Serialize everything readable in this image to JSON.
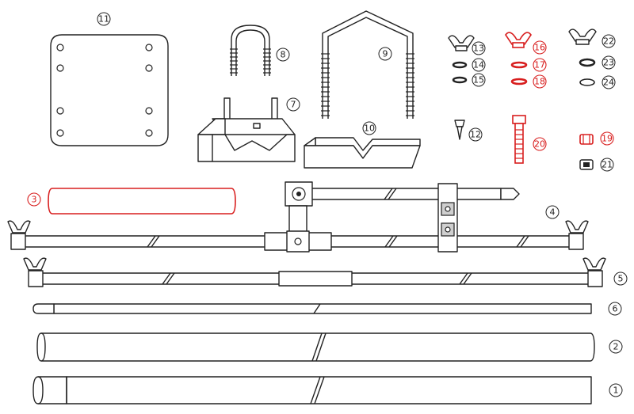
{
  "labels": {
    "l1": "1",
    "l2": "2",
    "l3": "3",
    "l4": "4",
    "l5": "5",
    "l6": "6",
    "l7": "7",
    "l8": "8",
    "l9": "9",
    "l10": "10",
    "l11": "11",
    "l12": "12",
    "l13": "13",
    "l14": "14",
    "l15": "15",
    "l16": "16",
    "l17": "17",
    "l18": "18",
    "l19": "19",
    "l20": "20",
    "l21": "21",
    "l22": "22",
    "l23": "23",
    "l24": "24"
  },
  "colors": {
    "line": "#222222",
    "highlight": "#d81e1e",
    "background": "#ffffff"
  }
}
